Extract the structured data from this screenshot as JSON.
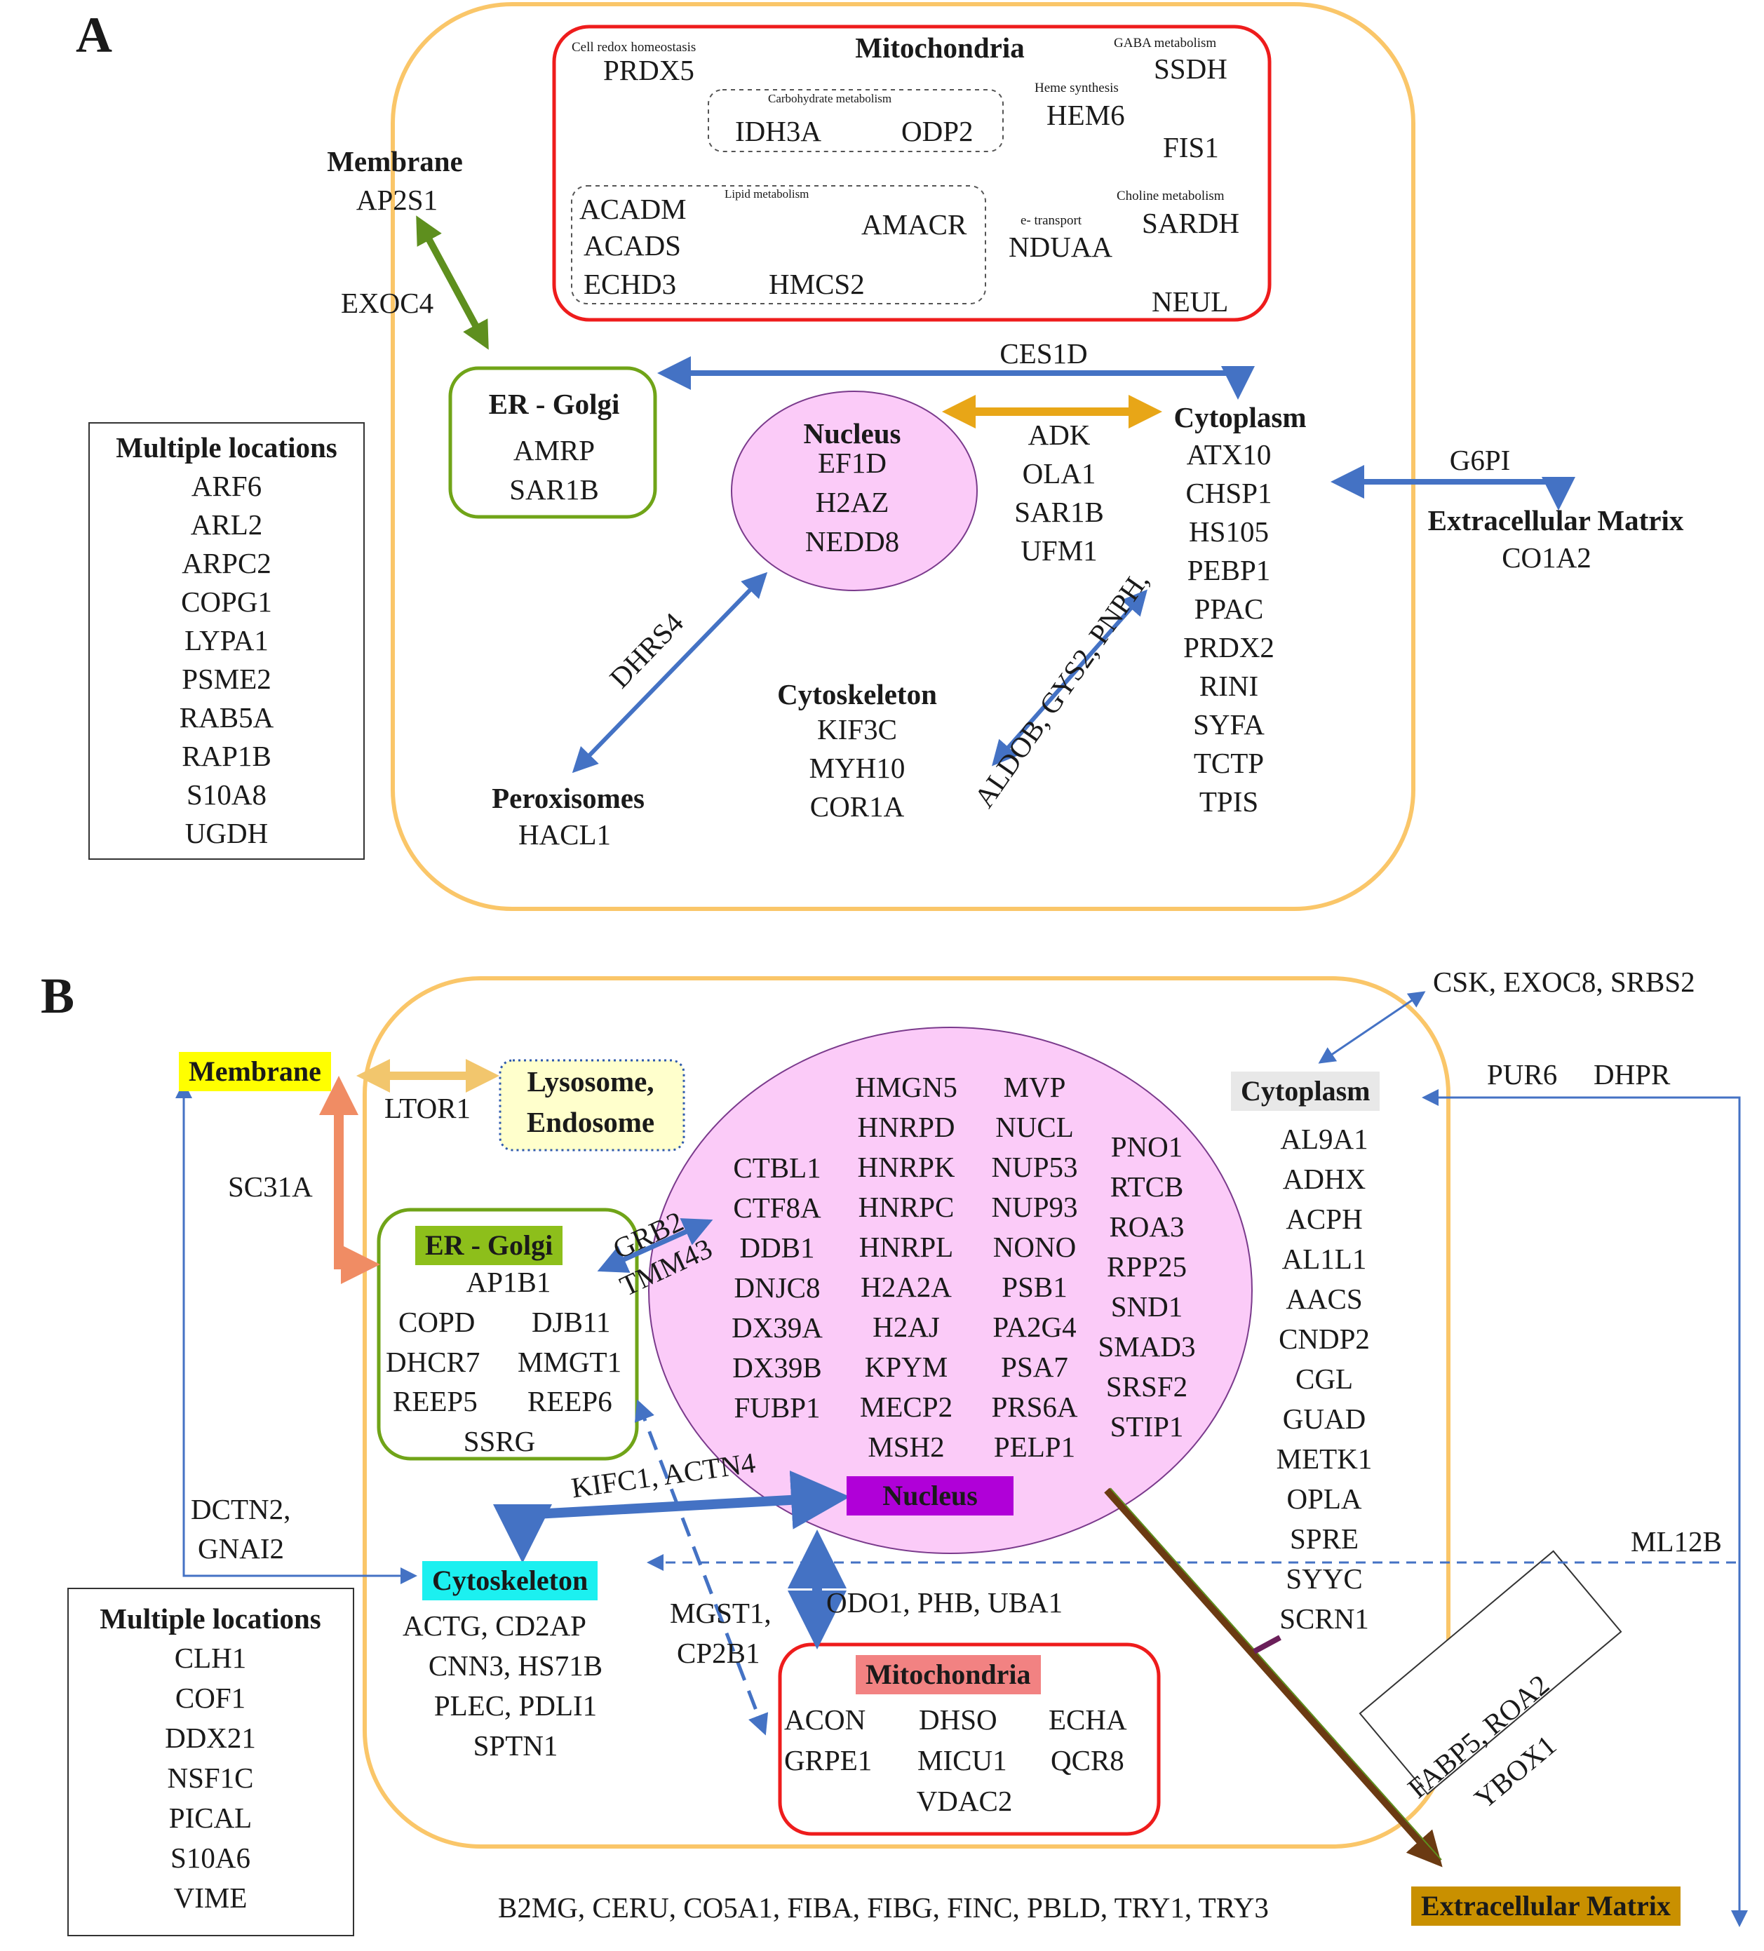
{
  "panel_a": {
    "letter": "A",
    "mitochondria": {
      "title": "Mitochondria",
      "cell_redox_label": "Cell redox homeostasis",
      "prdx5": "PRDX5",
      "gaba_label": "GABA metabolism",
      "ssdh": "SSDH",
      "carb_label": "Carbohydrate metabolism",
      "idh3a": "IDH3A",
      "odp2": "ODP2",
      "heme_label": "Heme synthesis",
      "hem6": "HEM6",
      "fis1": "FIS1",
      "lipid_label": "Lipid metabolism",
      "acadm": "ACADM",
      "acads": "ACADS",
      "echd3": "ECHD3",
      "hmcs2": "HMCS2",
      "amacr": "AMACR",
      "etransport_label": "e- transport",
      "nduaa": "NDUAA",
      "choline_label": "Choline metabolism",
      "sardh": "SARDH",
      "neul": "NEUL"
    },
    "membrane": {
      "title": "Membrane",
      "items": [
        "AP2S1"
      ]
    },
    "exoc4": "EXOC4",
    "ces1d": "CES1D",
    "er_golgi": {
      "title": "ER - Golgi",
      "items": [
        "AMRP",
        "SAR1B"
      ]
    },
    "nucleus": {
      "title": "Nucleus",
      "items": [
        "EF1D",
        "H2AZ",
        "NEDD8"
      ]
    },
    "nuc_cyto_items": [
      "ADK",
      "OLA1",
      "SAR1B",
      "UFM1"
    ],
    "cytoplasm": {
      "title": "Cytoplasm",
      "items": [
        "ATX10",
        "CHSP1",
        "HS105",
        "PEBP1",
        "PPAC",
        "PRDX2",
        "RINI",
        "SYFA",
        "TCTP",
        "TPIS"
      ]
    },
    "g6pi": "G6PI",
    "ecm": {
      "title": "Extracellular Matrix",
      "items": [
        "CO1A2"
      ]
    },
    "multiple": {
      "title": "Multiple locations",
      "items": [
        "ARF6",
        "ARL2",
        "ARPC2",
        "COPG1",
        "LYPA1",
        "PSME2",
        "RAB5A",
        "RAP1B",
        "S10A8",
        "UGDH"
      ]
    },
    "dhrs4": "DHRS4",
    "peroxisomes": {
      "title": "Peroxisomes",
      "items": [
        "HACL1"
      ]
    },
    "cytoskeleton": {
      "title": "Cytoskeleton",
      "items": [
        "KIF3C",
        "MYH10",
        "COR1A"
      ]
    },
    "aldob_label": "ALDOB, GYS2, PNPH,"
  },
  "panel_b": {
    "letter": "B",
    "csk_label": "CSK, EXOC8, SRBS2",
    "membrane": "Membrane",
    "ltor1": "LTOR1",
    "lysosome": [
      "Lysosome,",
      "Endosome"
    ],
    "cytoplasm": {
      "title": "Cytoplasm",
      "items": [
        "AL9A1",
        "ADHX",
        "ACPH",
        "AL1L1",
        "AACS",
        "CNDP2",
        "CGL",
        "GUAD",
        "METK1",
        "OPLA",
        "SPRE",
        "SYYC",
        "SCRN1"
      ]
    },
    "pur6": "PUR6",
    "dhpr": "DHPR",
    "sc31a": "SC31A",
    "er_golgi": {
      "title": "ER - Golgi",
      "ap1b1": "AP1B1",
      "copd": "COPD",
      "djb11": "DJB11",
      "dhcr7": "DHCR7",
      "mmgt1": "MMGT1",
      "reep5": "REEP5",
      "reep6": "REEP6",
      "ssrg": "SSRG"
    },
    "grb2": "GRB2",
    "tmm43": "TMM43",
    "nucleus": {
      "title": "Nucleus",
      "col1": [
        "CTBL1",
        "CTF8A",
        "DDB1",
        "DNJC8",
        "DX39A",
        "DX39B",
        "FUBP1"
      ],
      "col2": [
        "HMGN5",
        "HNRPD",
        "HNRPK",
        "HNRPC",
        "HNRPL",
        "H2A2A",
        "H2AJ",
        "KPYM",
        "MECP2",
        "MSH2"
      ],
      "col3": [
        "MVP",
        "NUCL",
        "NUP53",
        "NUP93",
        "NONO",
        "PSB1",
        "PA2G4",
        "PSA7",
        "PRS6A",
        "PELP1"
      ],
      "col4": [
        "PNO1",
        "RTCB",
        "ROA3",
        "RPP25",
        "SND1",
        "SMAD3",
        "SRSF2",
        "STIP1"
      ]
    },
    "kifc1": "KIFC1, ACTN4",
    "dctn2": [
      "DCTN2,",
      "GNAI2"
    ],
    "cytoskeleton": {
      "title": "Cytoskeleton",
      "items": [
        "ACTG, CD2AP",
        "CNN3, HS71B",
        "PLEC, PDLI1",
        "SPTN1"
      ]
    },
    "ml12b": "ML12B",
    "mgst1": [
      "MGST1,",
      "CP2B1"
    ],
    "odo1": "ODO1, PHB, UBA1",
    "mitochondria": {
      "title": "Mitochondria",
      "row1": [
        "ACON",
        "DHSO",
        "ECHA"
      ],
      "row2": [
        "GRPE1",
        "MICU1",
        "QCR8"
      ],
      "row3": [
        "VDAC2"
      ]
    },
    "fabp5": [
      "FABP5, ROA2",
      "YBOX1"
    ],
    "multiple": {
      "title": "Multiple locations",
      "items": [
        "CLH1",
        "COF1",
        "DDX21",
        "NSF1C",
        "PICAL",
        "S10A6",
        "VIME"
      ]
    },
    "ecm": {
      "title": "Extracellular Matrix",
      "items_label": "B2MG, CERU, CO5A1, FIBA, FIBG, FINC, PBLD,  TRY1, TRY3"
    }
  },
  "colors": {
    "cell_outline": "#FAC669",
    "mito_red": "#EE1C1C",
    "er_green": "#70A418",
    "nucleus_pink": "#FBCBF8",
    "nucleus_border": "#7A3A8C",
    "arrow_blue": "#4472C4",
    "arrow_green": "#5E8F1E",
    "arrow_gold": "#E8A617",
    "membrane_yellow": "#FFFF00",
    "lysosome_cream": "#FFFFCC",
    "er_label_green": "#8DBF1B",
    "nucleus_label_purple": "#B000D8",
    "cytoskeleton_cyan": "#1CF0F0",
    "mito_label_salmon": "#F28282",
    "ecm_label_gold": "#C99000",
    "cytoplasm_gray": "#E8E8E8"
  }
}
